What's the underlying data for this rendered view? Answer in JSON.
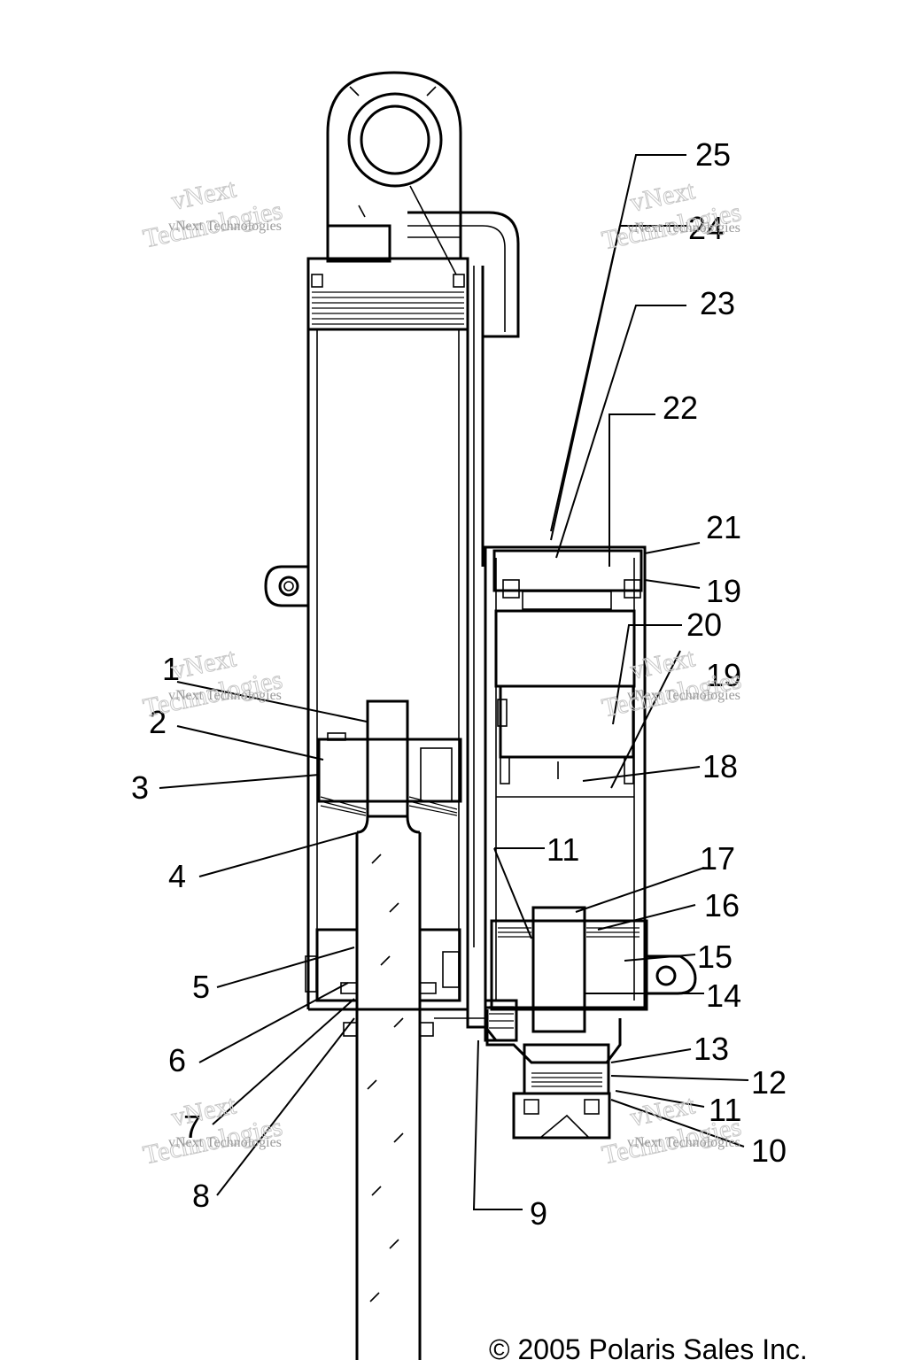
{
  "callouts": [
    {
      "id": "1",
      "label": "1"
    },
    {
      "id": "2",
      "label": "2"
    },
    {
      "id": "3",
      "label": "3"
    },
    {
      "id": "4",
      "label": "4"
    },
    {
      "id": "5",
      "label": "5"
    },
    {
      "id": "6",
      "label": "6"
    },
    {
      "id": "7",
      "label": "7"
    },
    {
      "id": "8",
      "label": "8"
    },
    {
      "id": "9",
      "label": "9"
    },
    {
      "id": "10",
      "label": "10"
    },
    {
      "id": "11a",
      "label": "11"
    },
    {
      "id": "11b",
      "label": "11"
    },
    {
      "id": "12",
      "label": "12"
    },
    {
      "id": "13",
      "label": "13"
    },
    {
      "id": "14",
      "label": "14"
    },
    {
      "id": "15",
      "label": "15"
    },
    {
      "id": "16",
      "label": "16"
    },
    {
      "id": "17",
      "label": "17"
    },
    {
      "id": "18",
      "label": "18"
    },
    {
      "id": "19a",
      "label": "19"
    },
    {
      "id": "19b",
      "label": "19"
    },
    {
      "id": "20",
      "label": "20"
    },
    {
      "id": "21",
      "label": "21"
    },
    {
      "id": "22",
      "label": "22"
    },
    {
      "id": "23",
      "label": "23"
    },
    {
      "id": "24",
      "label": "24"
    },
    {
      "id": "25",
      "label": "25"
    }
  ],
  "watermark": {
    "line1": "vNext",
    "line2": "Technologies",
    "small": "vNext Technologies"
  },
  "copyright": "© 2005 Polaris Sales Inc."
}
